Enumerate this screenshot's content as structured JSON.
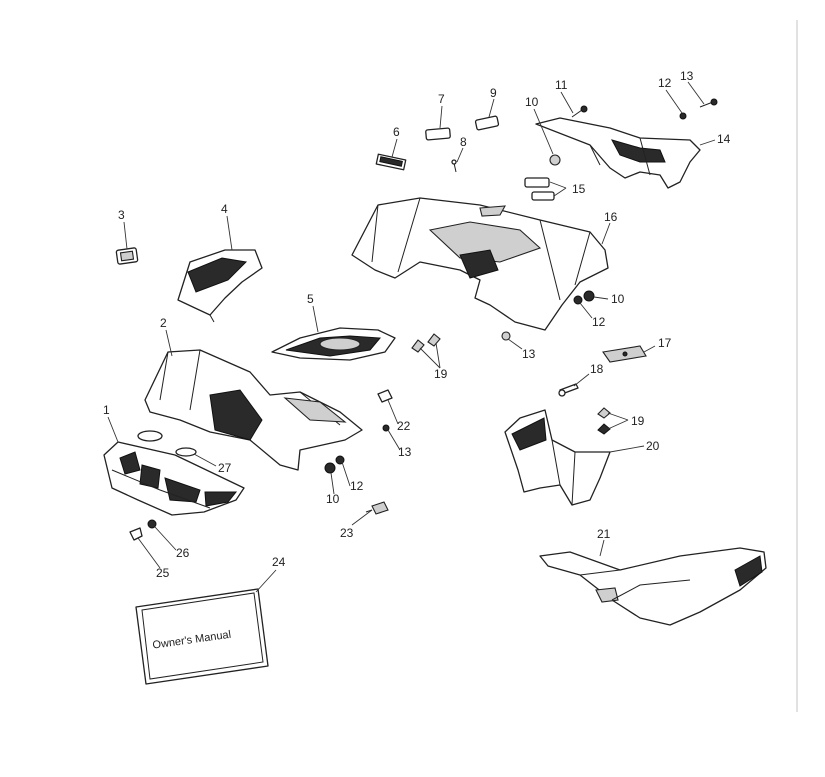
{
  "callouts": [
    "1",
    "2",
    "3",
    "4",
    "5",
    "6",
    "7",
    "8",
    "9",
    "10",
    "10",
    "10",
    "11",
    "12",
    "12",
    "12",
    "13",
    "13",
    "13",
    "14",
    "15",
    "16",
    "17",
    "18",
    "19",
    "19",
    "20",
    "21",
    "22",
    "23",
    "24",
    "25",
    "26",
    "27"
  ],
  "manual": {
    "cover_text": "Owner's Manual"
  }
}
